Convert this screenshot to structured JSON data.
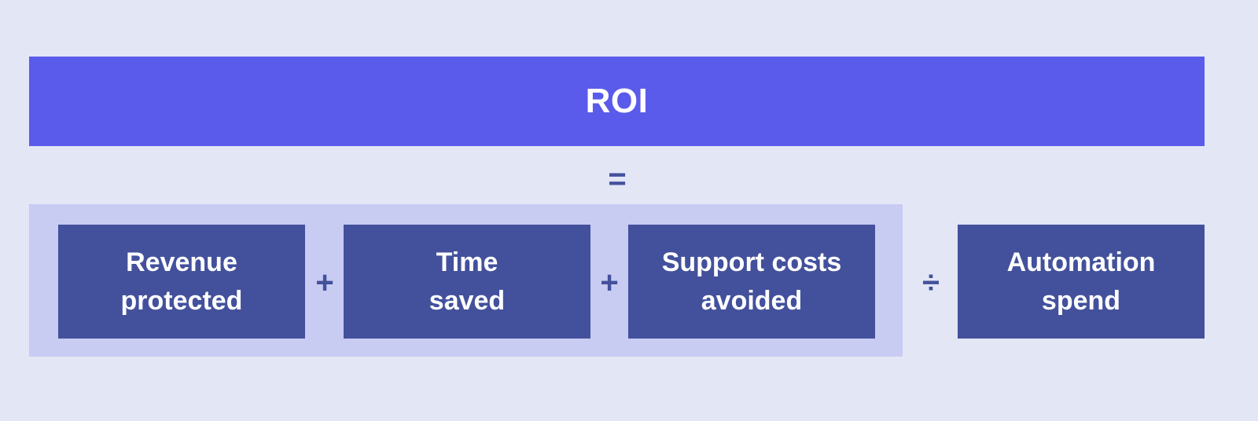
{
  "title": "ROI",
  "equals_symbol": "=",
  "numerator": {
    "terms": [
      {
        "line1": "Revenue",
        "line2": "protected"
      },
      {
        "line1": "Time",
        "line2": "saved"
      },
      {
        "line1": "Support costs",
        "line2": "avoided"
      }
    ],
    "operators": [
      "+",
      "+"
    ]
  },
  "divide_symbol": "÷",
  "denominator": {
    "line1": "Automation",
    "line2": "spend"
  },
  "colors": {
    "background": "#e3e6f5",
    "roi_bar": "#5a5bea",
    "group_bg": "#c8cbf2",
    "term_box": "#43519c",
    "operator": "#43519c",
    "text_on_box": "#ffffff"
  }
}
